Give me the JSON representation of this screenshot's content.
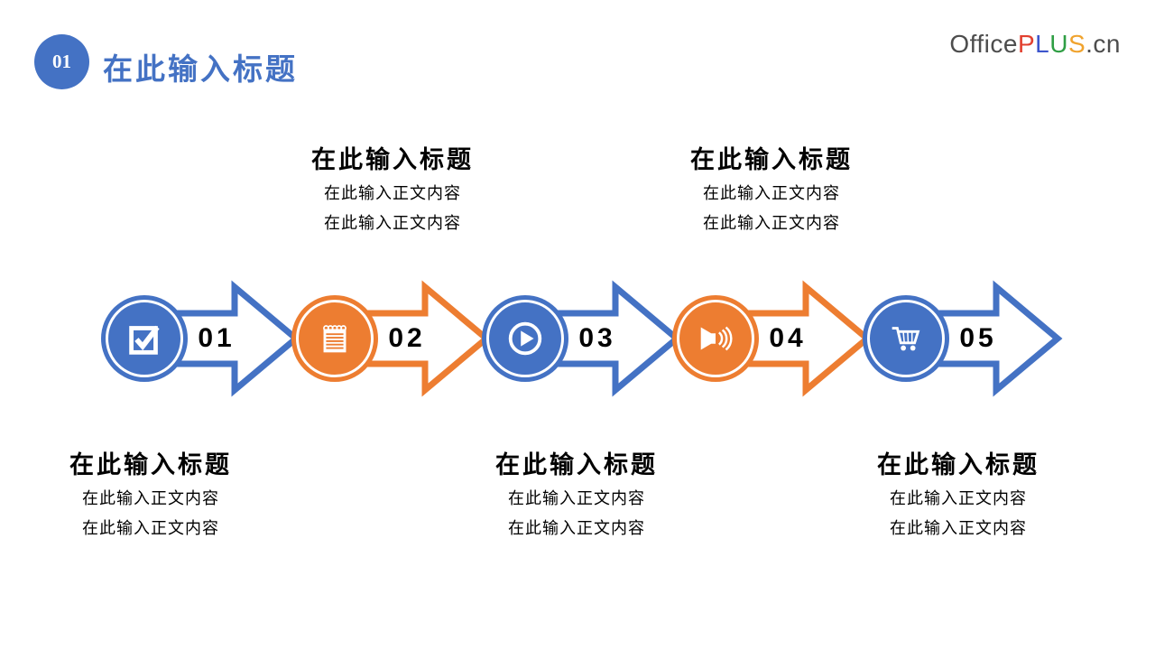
{
  "header": {
    "badge": "01",
    "title": "在此输入标题"
  },
  "logo": {
    "segments": [
      {
        "name": "office",
        "text": "Office",
        "color": "#4d4d4d"
      },
      {
        "name": "p",
        "text": "P",
        "color": "#E2402F"
      },
      {
        "name": "l",
        "text": "L",
        "color": "#3D55CC"
      },
      {
        "name": "u",
        "text": "U",
        "color": "#2F9E44"
      },
      {
        "name": "s",
        "text": "S",
        "color": "#F0A32E"
      },
      {
        "name": "cn",
        "text": ".cn",
        "color": "#4d4d4d"
      }
    ]
  },
  "colors": {
    "blue": "#4472C4",
    "orange": "#ED7D31",
    "number_text": "#000000",
    "background": "#ffffff"
  },
  "steps": [
    {
      "number": "01",
      "color_name": "blue",
      "color": "#4472C4",
      "icon": "checkbox-icon"
    },
    {
      "number": "02",
      "color_name": "orange",
      "color": "#ED7D31",
      "icon": "notepad-icon"
    },
    {
      "number": "03",
      "color_name": "blue",
      "color": "#4472C4",
      "icon": "play-icon"
    },
    {
      "number": "04",
      "color_name": "orange",
      "color": "#ED7D31",
      "icon": "speaker-icon"
    },
    {
      "number": "05",
      "color_name": "blue",
      "color": "#4472C4",
      "icon": "cart-icon"
    }
  ],
  "text_blocks": [
    {
      "position": "top",
      "step": "02",
      "title": "在此输入标题",
      "lines": [
        "在此输入正文内容",
        "在此输入正文内容"
      ]
    },
    {
      "position": "top",
      "step": "04",
      "title": "在此输入标题",
      "lines": [
        "在此输入正文内容",
        "在此输入正文内容"
      ]
    },
    {
      "position": "bottom",
      "step": "01",
      "title": "在此输入标题",
      "lines": [
        "在此输入正文内容",
        "在此输入正文内容"
      ]
    },
    {
      "position": "bottom",
      "step": "03",
      "title": "在此输入标题",
      "lines": [
        "在此输入正文内容",
        "在此输入正文内容"
      ]
    },
    {
      "position": "bottom",
      "step": "05",
      "title": "在此输入标题",
      "lines": [
        "在此输入正文内容",
        "在此输入正文内容"
      ]
    }
  ]
}
